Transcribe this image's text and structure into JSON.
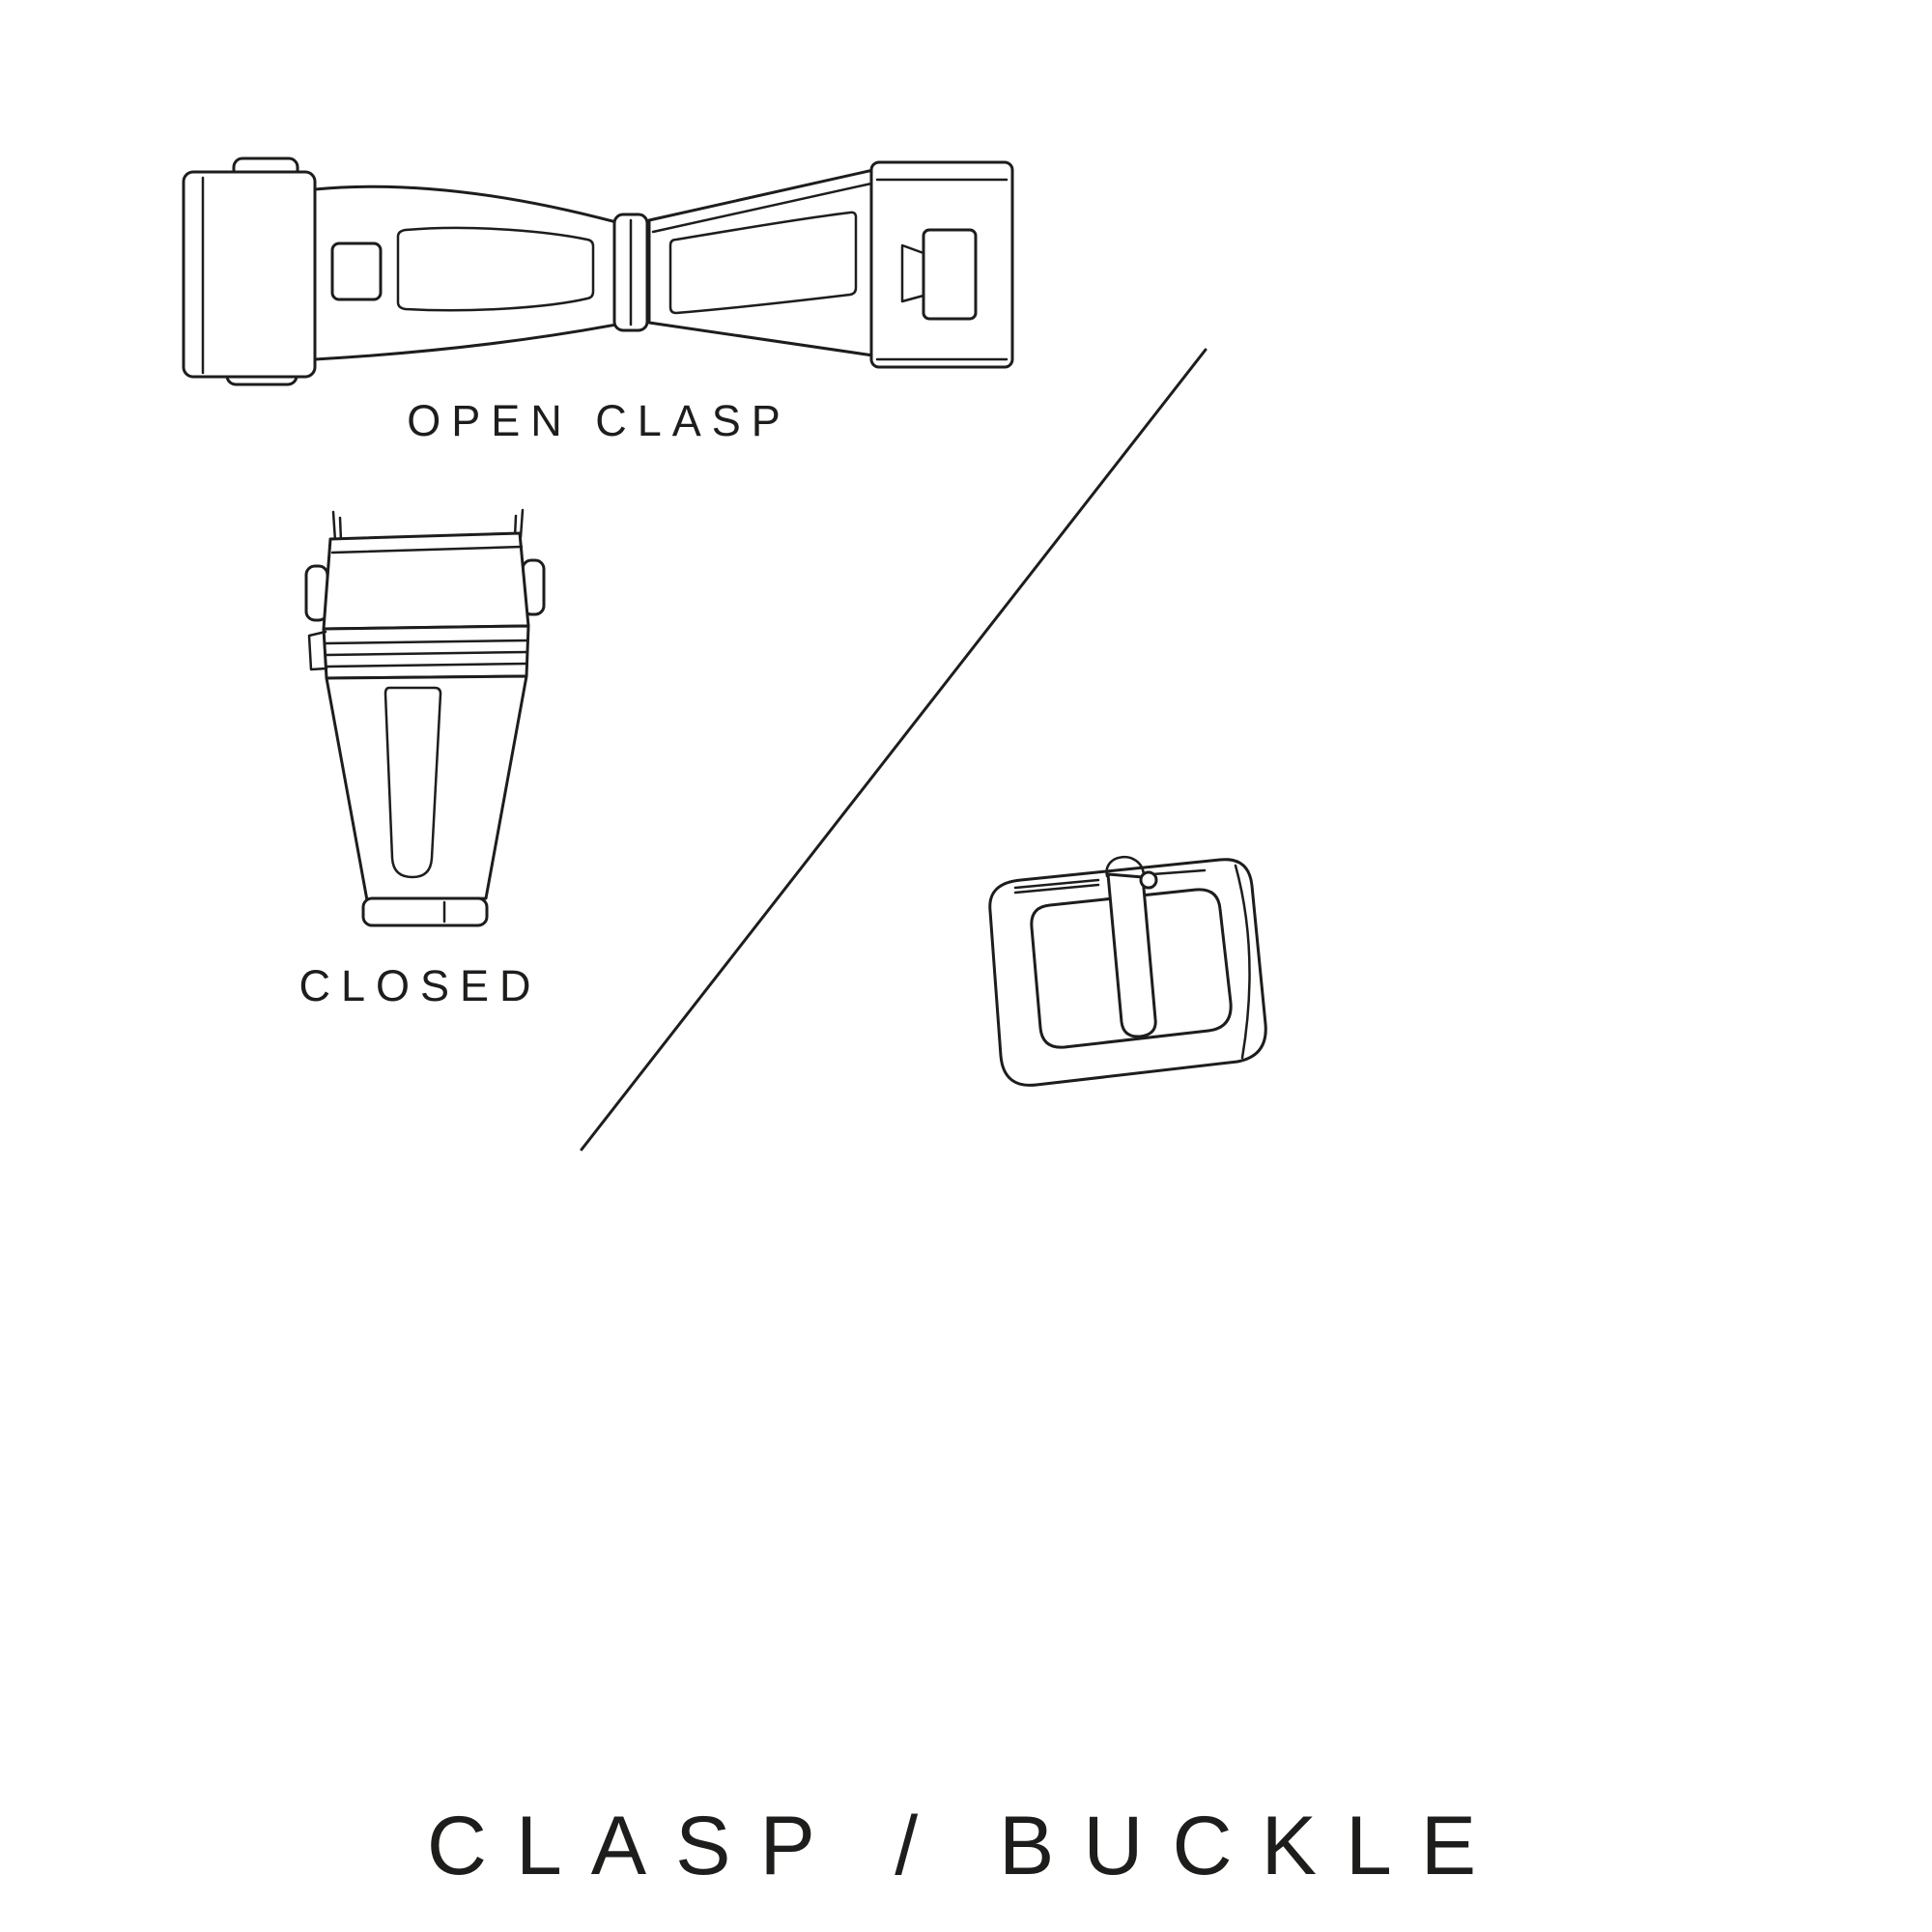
{
  "canvas": {
    "background": "#ffffff",
    "ink_color": "#1d1d1b"
  },
  "diagram": {
    "title": "CLASP / BUCKLE",
    "figures": {
      "open_clasp": {
        "label": "OPEN CLASP"
      },
      "closed_clasp": {
        "label": "CLOSED"
      },
      "buckle": {
        "kind": "tang buckle illustration"
      }
    }
  }
}
